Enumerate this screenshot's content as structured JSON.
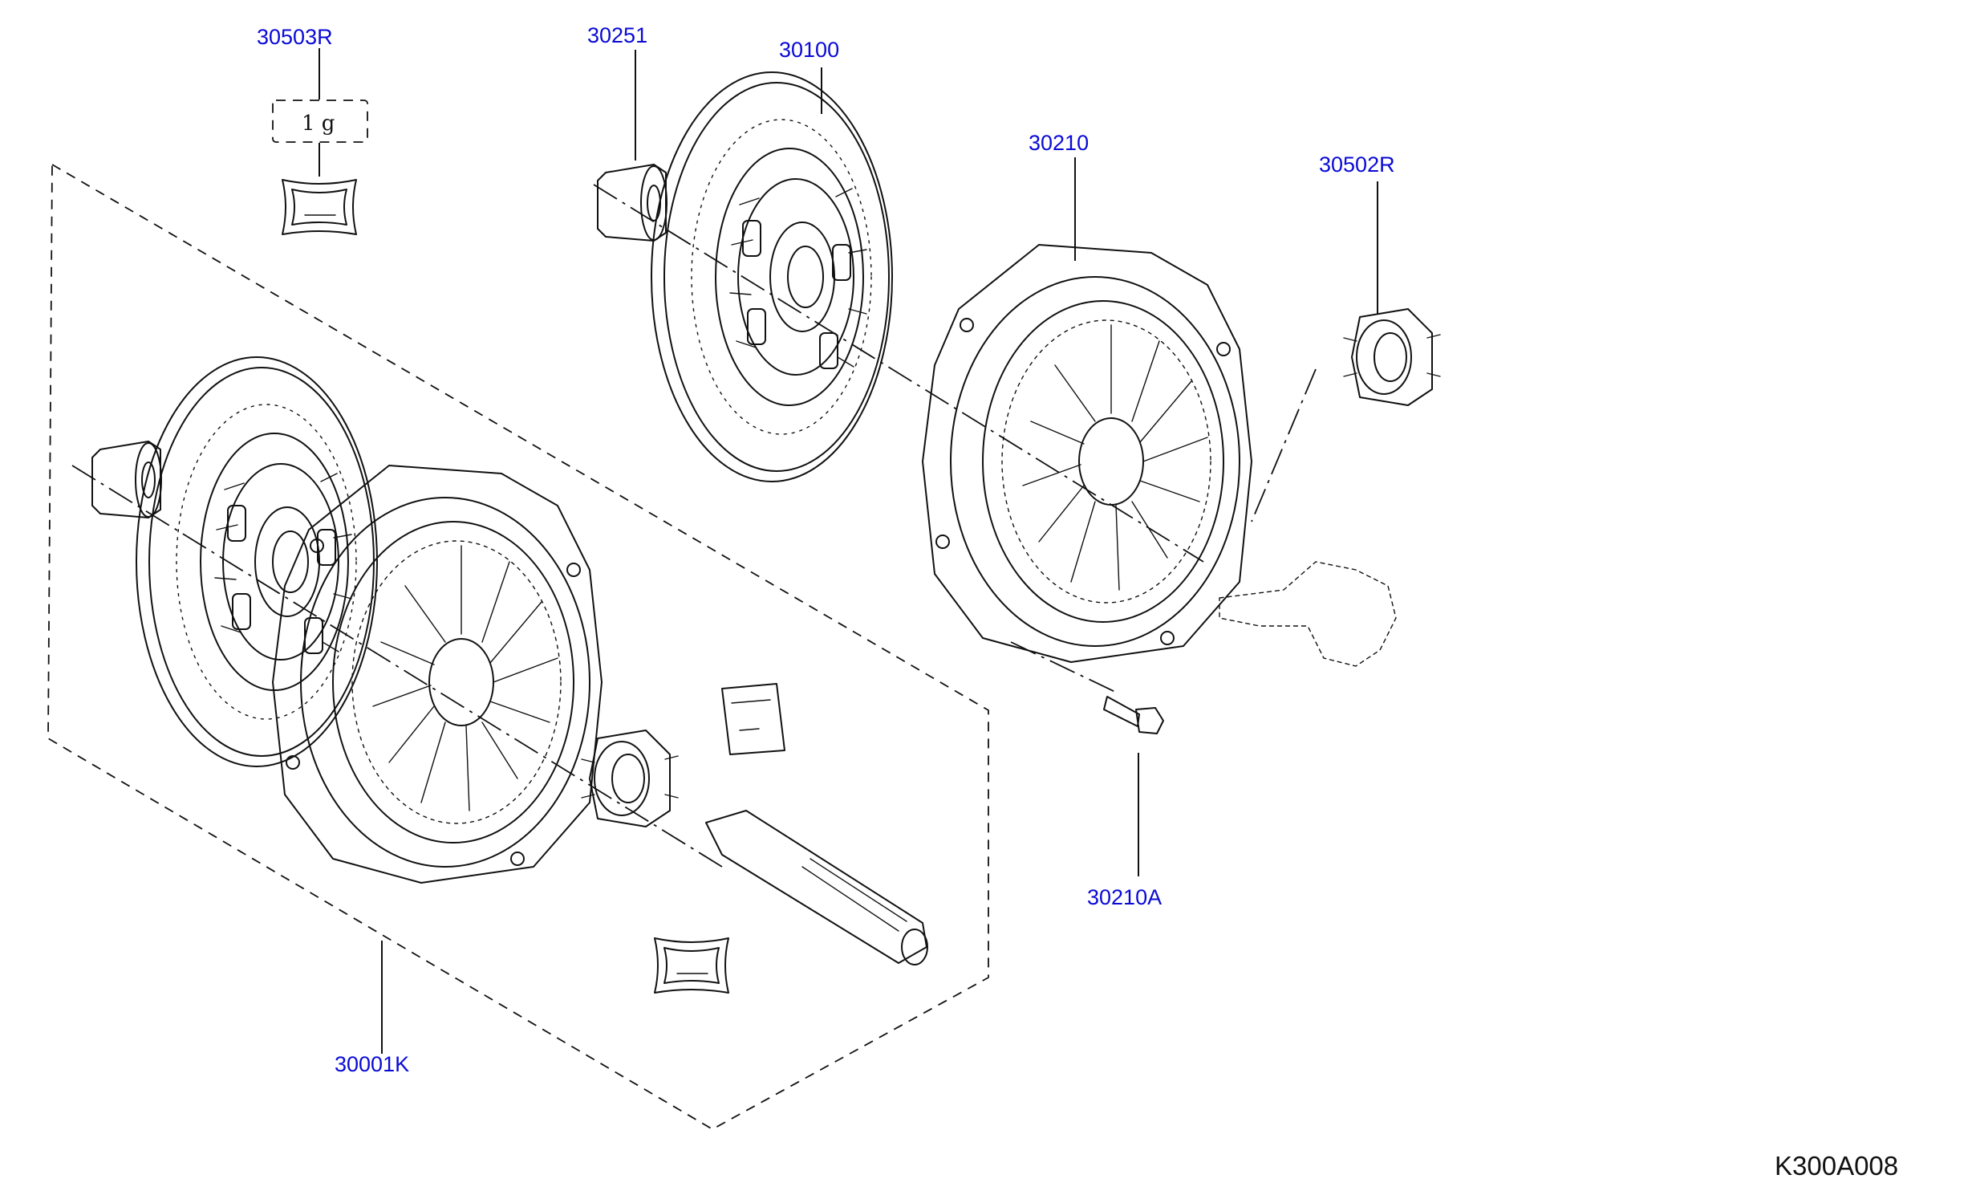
{
  "diagram_code": "K300A008",
  "grease_quantity": "1 g",
  "labels": {
    "release_grease": "30503R",
    "pilot_bushing": "30251",
    "clutch_disc": "30100",
    "clutch_cover": "30210",
    "release_bearing": "30502R",
    "cover_bolt": "30210A",
    "clutch_kit": "30001K"
  }
}
